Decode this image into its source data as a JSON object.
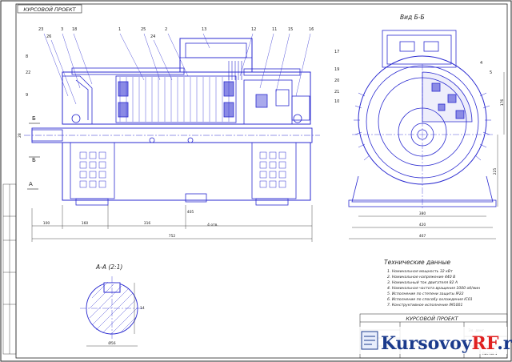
{
  "drawing": {
    "stamp_top_left": "КУРСОВОЙ ПРОЕКТ",
    "view_title": "Вид Б-Б",
    "section_title": "А-А (2:1)",
    "section_mark_b": "Б",
    "section_mark_a": "А",
    "title_block_title": "КУРСОВОЙ ПРОЕКТ",
    "title_block_code": "Эл. двиг.",
    "title_block_sheet": "Листов 1",
    "title_block_scale": "1:1"
  },
  "part_numbers_top": [
    "23",
    "26",
    "3",
    "18",
    "1",
    "25",
    "24",
    "2",
    "13",
    "12",
    "11",
    "15",
    "16"
  ],
  "part_numbers_left": [
    "8",
    "22",
    "9"
  ],
  "part_numbers_right": [
    "17",
    "19",
    "20",
    "21",
    "10"
  ],
  "part_numbers_view": [
    "4",
    "5"
  ],
  "dimensions": {
    "bottom_chain": [
      "100",
      "160",
      "316",
      "405"
    ],
    "overall_length": "752",
    "shaft_height": "28",
    "right_view_widths": [
      "380",
      "420",
      "467"
    ],
    "right_view_heights": [
      "225",
      "176"
    ],
    "bottom_note": "4 отв.",
    "section_width": "Ø56",
    "section_height": "14"
  },
  "technical": {
    "title": "Технические данные",
    "items": [
      "1. Номинальная мощность 32 кВт",
      "2. Номинальное напряжение 440 В",
      "3. Номинальный ток двигателя 82 А",
      "4. Номинальная частота вращения 1000 об/мин",
      "5. Исполнение по степени защиты IP22",
      "6. Исполнение по способу охлаждения IС01",
      "7. Конструктивное исполнение IM1001"
    ]
  },
  "watermark": {
    "prefix": "Kursovoy",
    "accent": "RF",
    "suffix": ".ru",
    "color_text": "#1a3a8c",
    "color_accent": "#e02020"
  },
  "colors": {
    "line": "#2a2ad0",
    "frame": "#222222"
  }
}
